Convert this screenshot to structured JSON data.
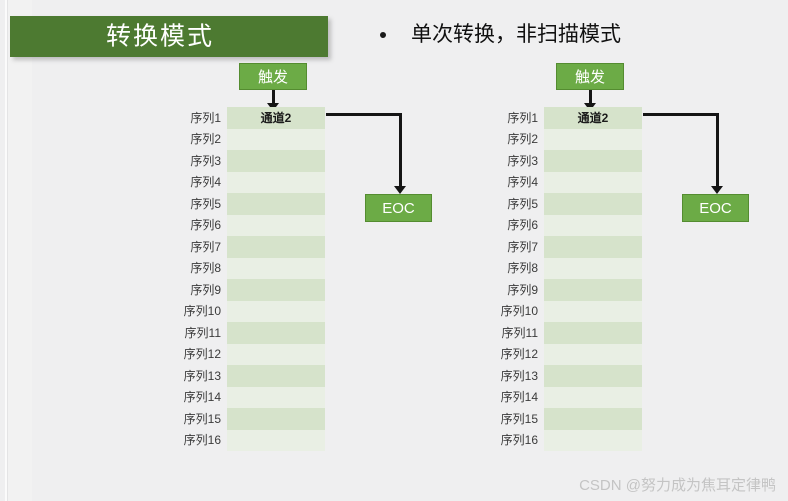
{
  "slide": {
    "title": "转换模式",
    "bullet": {
      "marker": "bullet-dot",
      "text": "单次转换，非扫描模式"
    },
    "background_color": "#efeff0",
    "title_bar_color": "#4d7a31",
    "accent_green": "#6cab46",
    "row_shade_dark": "#d6e3cb",
    "row_shade_light": "#e9efe4"
  },
  "diagrams": [
    {
      "id": "left",
      "trigger_label": "触发",
      "eoc_label": "EOC",
      "channel_label": "通道2",
      "sequence_labels": [
        "序列1",
        "序列2",
        "序列3",
        "序列4",
        "序列5",
        "序列6",
        "序列7",
        "序列8",
        "序列9",
        "序列10",
        "序列11",
        "序列12",
        "序列13",
        "序列14",
        "序列15",
        "序列16"
      ],
      "cell_values": [
        "通道2",
        "",
        "",
        "",
        "",
        "",
        "",
        "",
        "",
        "",
        "",
        "",
        "",
        "",
        "",
        ""
      ]
    },
    {
      "id": "right",
      "trigger_label": "触发",
      "eoc_label": "EOC",
      "channel_label": "通道2",
      "sequence_labels": [
        "序列1",
        "序列2",
        "序列3",
        "序列4",
        "序列5",
        "序列6",
        "序列7",
        "序列8",
        "序列9",
        "序列10",
        "序列11",
        "序列12",
        "序列13",
        "序列14",
        "序列15",
        "序列16"
      ],
      "cell_values": [
        "通道2",
        "",
        "",
        "",
        "",
        "",
        "",
        "",
        "",
        "",
        "",
        "",
        "",
        "",
        "",
        ""
      ]
    }
  ],
  "watermark": "CSDN @努力成为焦耳定律鸭"
}
